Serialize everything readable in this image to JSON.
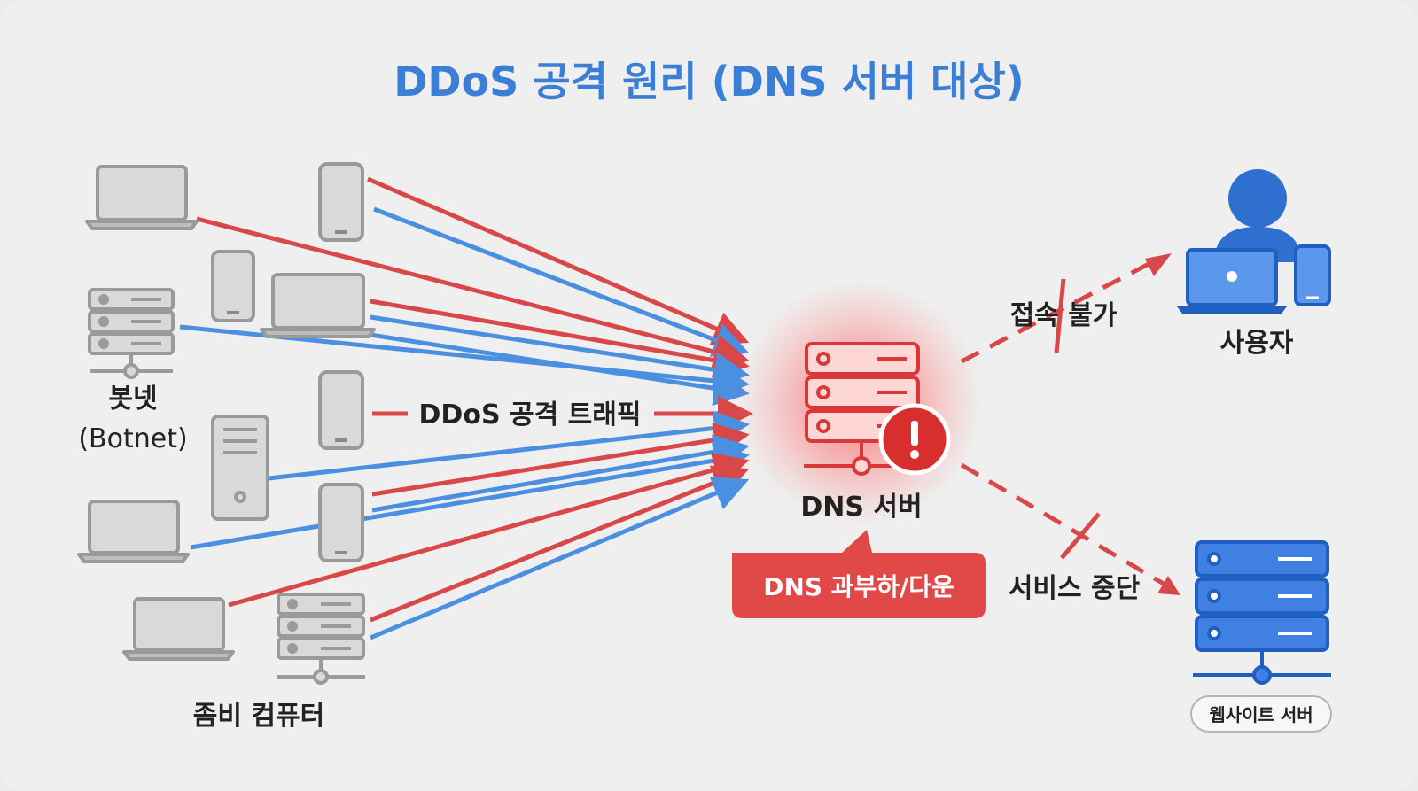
{
  "title": "DDoS 공격 원리 (DNS 서버 대상)",
  "labels": {
    "botnet": "봇넷",
    "botnet_en": "(Botnet)",
    "zombie": "좀비 컴퓨터",
    "traffic": "DDoS 공격 트래픽",
    "dns_server": "DNS 서버",
    "overload": "DNS 과부하/다운",
    "access_denied": "접속 불가",
    "user": "사용자",
    "service_down": "서비스 중단",
    "website_server": "웹사이트 서버"
  },
  "colors": {
    "red_traffic": "#d94848",
    "blue_traffic": "#4a8fe0",
    "title_blue": "#3a7fd5",
    "device_gray": "#9a9a9a",
    "alert_red": "#e04545",
    "server_blue": "#2f6fd0"
  },
  "icons": [
    "laptop-icon",
    "phone-icon",
    "server-icon",
    "tower-icon",
    "user-icon",
    "alert-icon"
  ]
}
